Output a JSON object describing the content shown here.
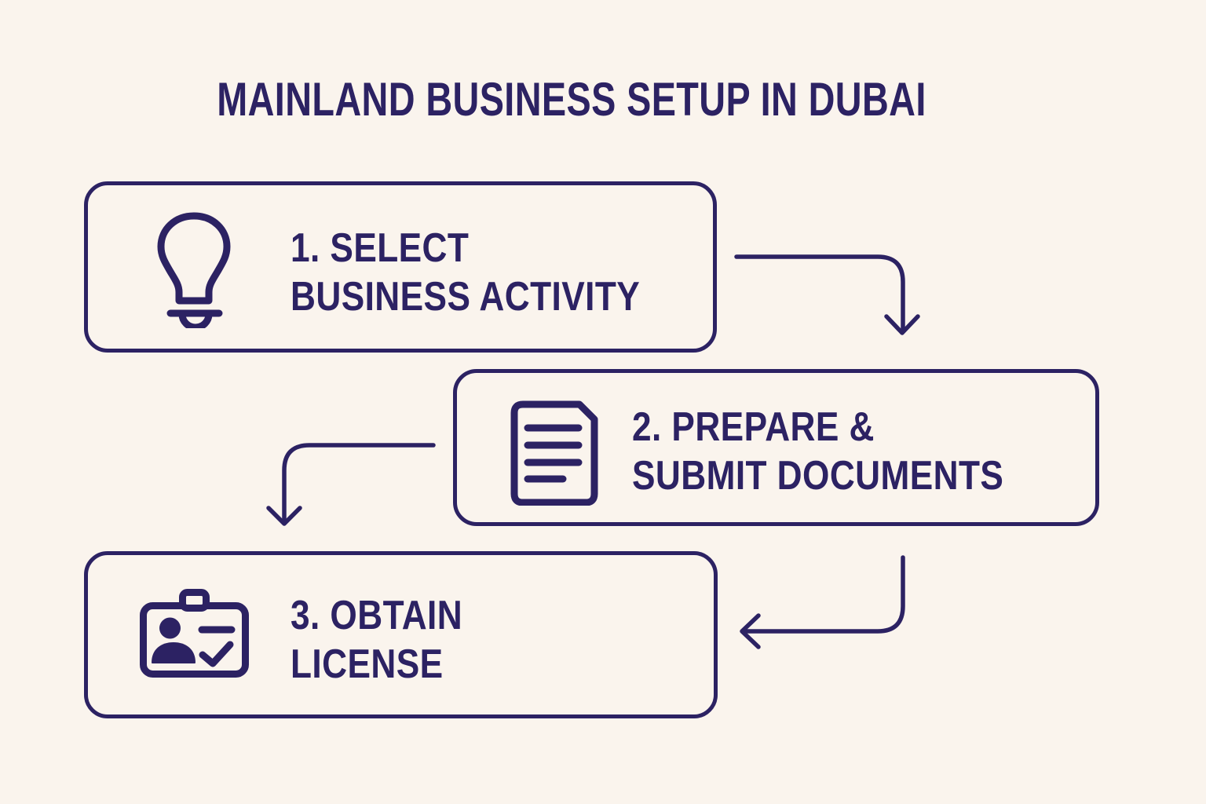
{
  "title": "MAINLAND BUSINESS SETUP IN DUBAI",
  "colors": {
    "background": "#FAF4ED",
    "ink": "#2C2263"
  },
  "steps": [
    {
      "line1": "1. SELECT",
      "line2": "BUSINESS ACTIVITY",
      "icon": "lightbulb-icon"
    },
    {
      "line1": "2. PREPARE &",
      "line2": "SUBMIT DOCUMENTS",
      "icon": "document-icon"
    },
    {
      "line1": "3. OBTAIN",
      "line2": "LICENSE",
      "icon": "id-badge-icon"
    }
  ],
  "connectors": [
    {
      "from": "step-1",
      "to": "step-2",
      "direction": "down"
    },
    {
      "from": "step-2",
      "to": "step-3",
      "direction": "down"
    },
    {
      "from": "step-2",
      "to": "step-3",
      "direction": "left"
    }
  ]
}
